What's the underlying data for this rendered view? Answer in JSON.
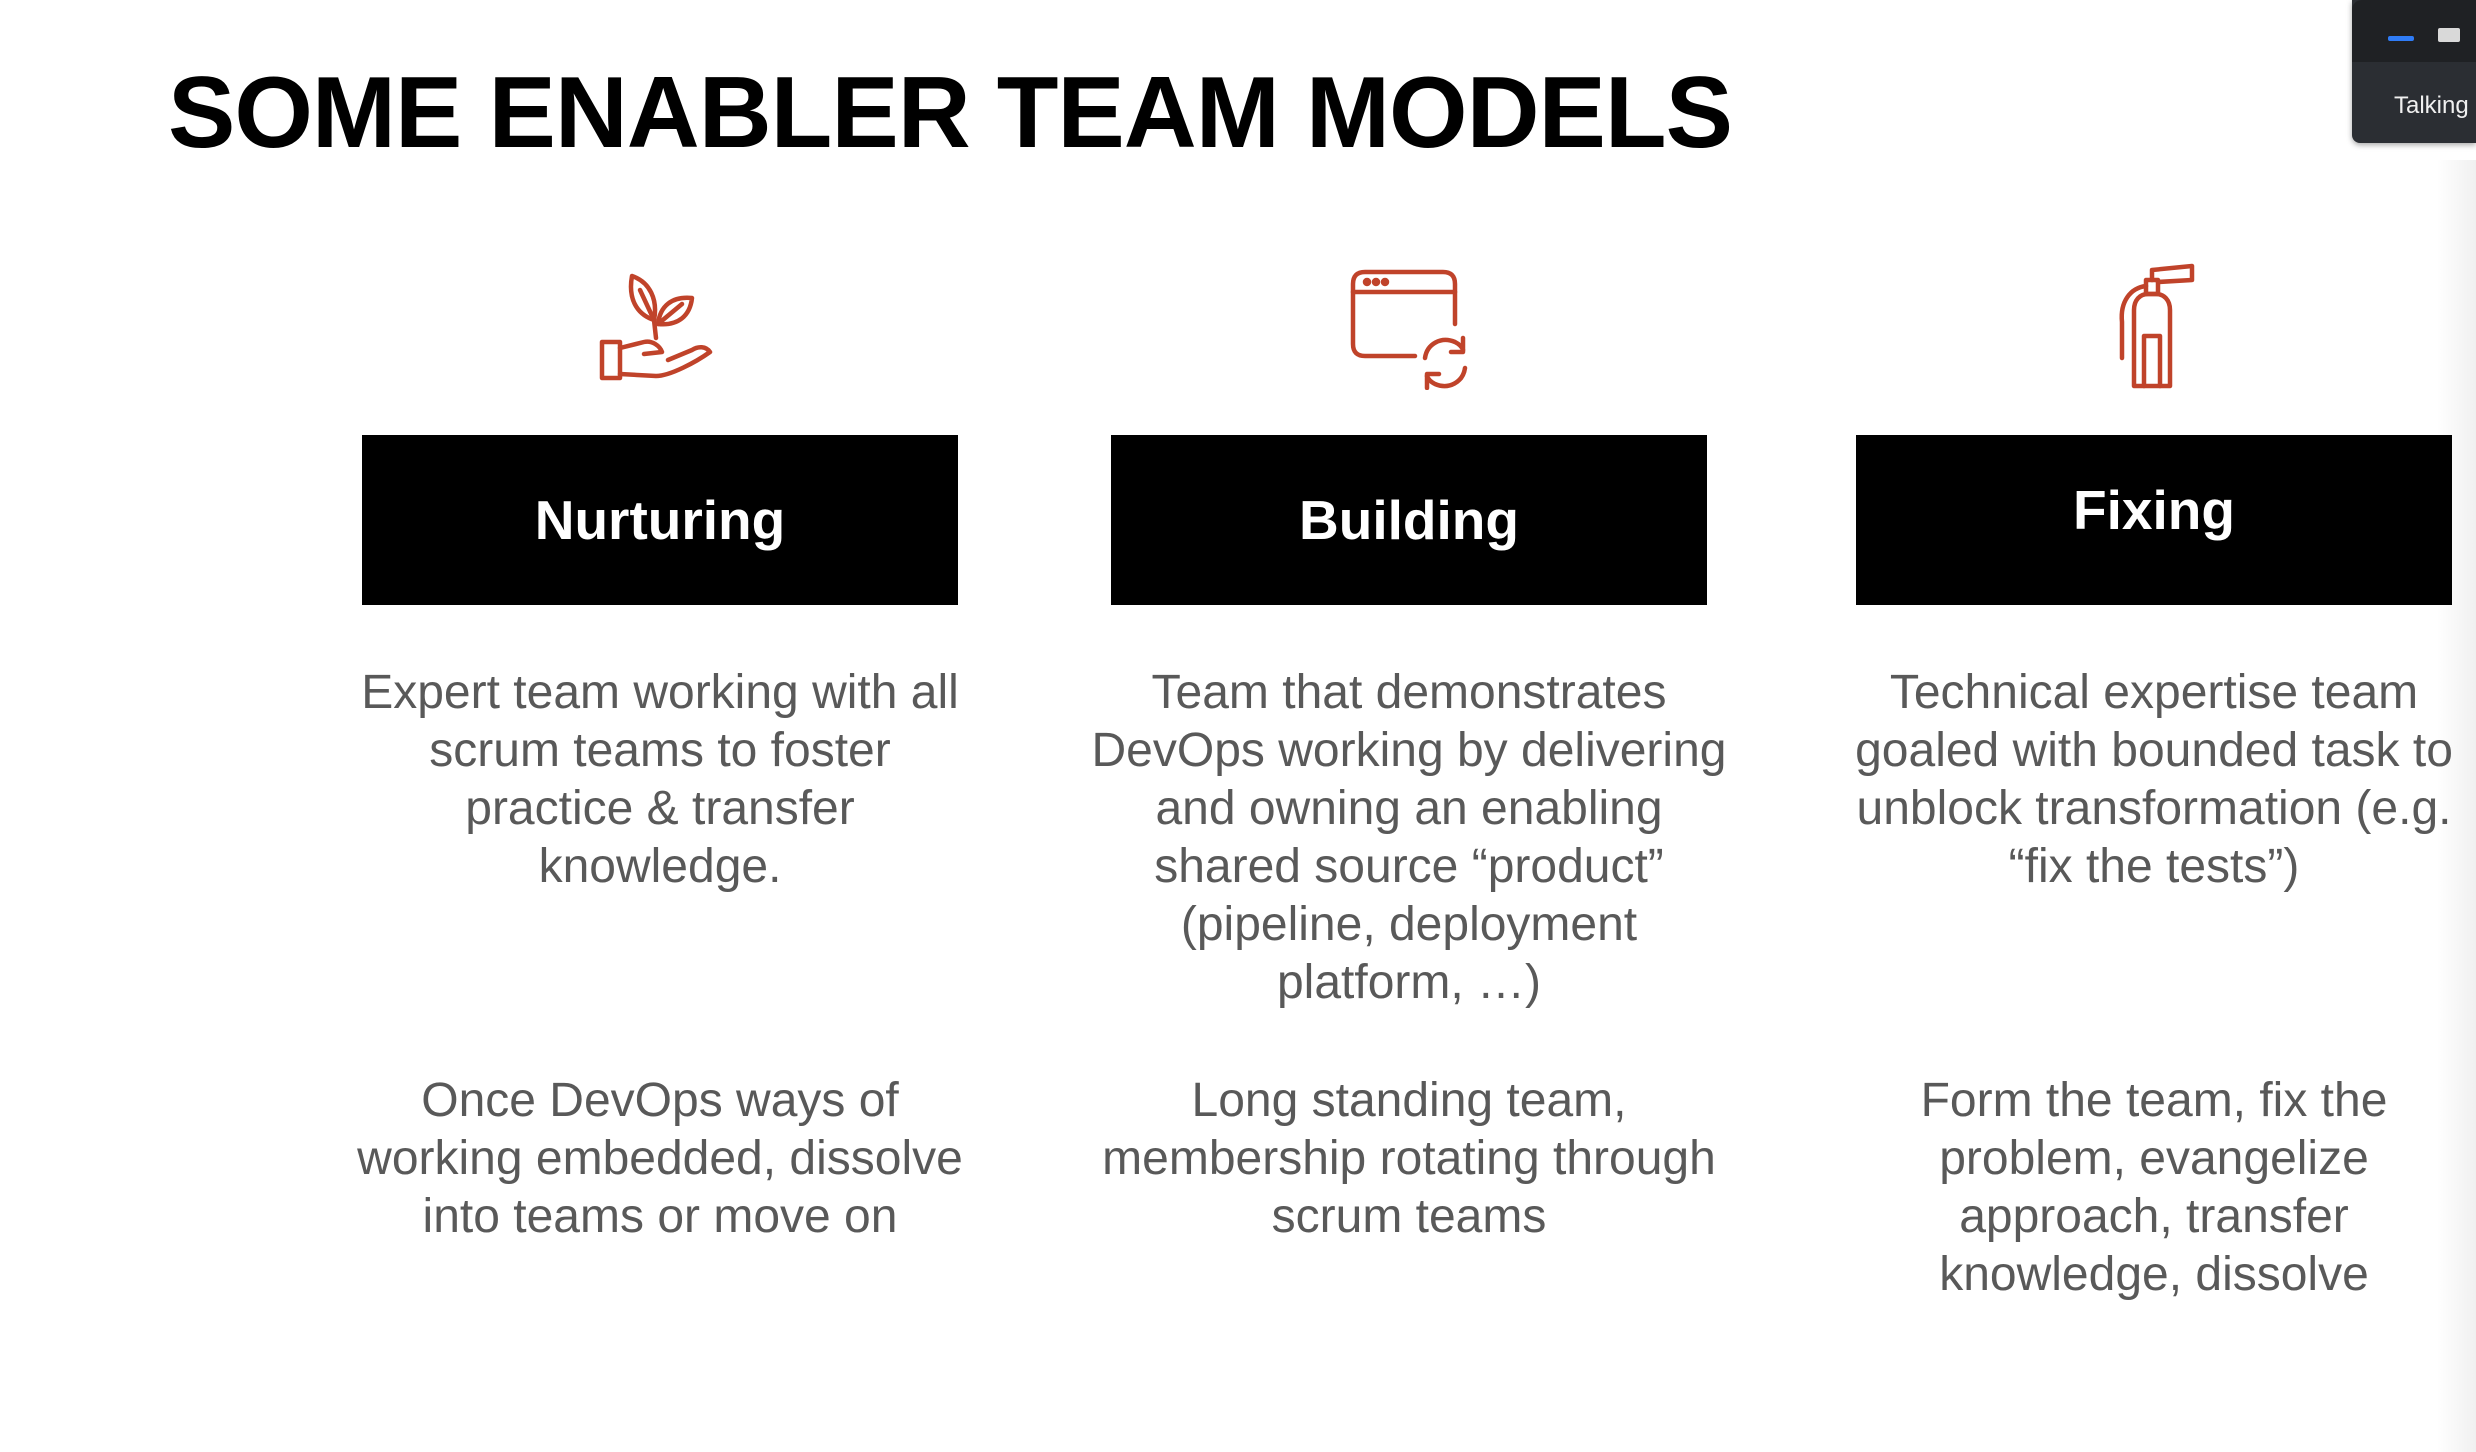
{
  "slide": {
    "title": "SOME ENABLER TEAM MODELS",
    "accent_color": "#c0432a",
    "columns": [
      {
        "icon": "hand-plant-icon",
        "header": "Nurturing",
        "description": "Expert team working with all scrum teams to foster practice & transfer knowledge.",
        "note": "Once DevOps ways of working embedded, dissolve into teams or move on"
      },
      {
        "icon": "browser-refresh-icon",
        "header": "Building",
        "description": "Team that demonstrates DevOps working by delivering and owning an enabling shared source “product” (pipeline, deployment platform, …)",
        "note": "Long standing team, membership rotating through scrum teams"
      },
      {
        "icon": "fire-extinguisher-icon",
        "header": "Fixing",
        "description": "Technical expertise team goaled with bounded task to unblock transformation (e.g. “fix the tests”)",
        "note": "Form the team, fix the problem, evangelize approach, transfer knowledge, dissolve"
      }
    ]
  },
  "video_widget": {
    "status_label": "Talking"
  }
}
